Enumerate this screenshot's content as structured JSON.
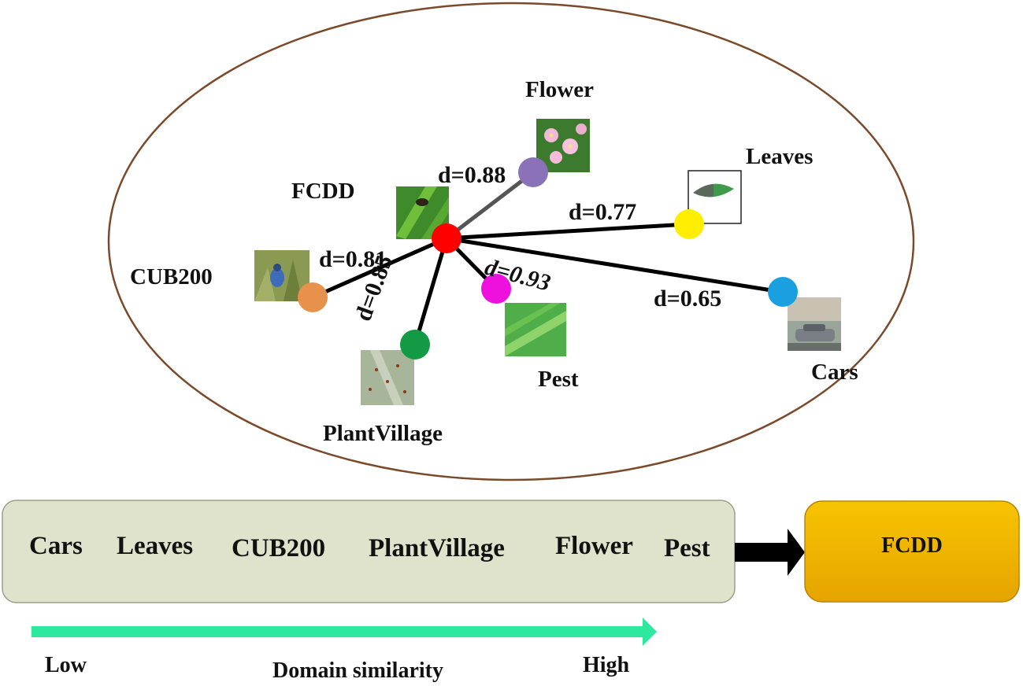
{
  "diagram": {
    "source": {
      "name": "FCDD",
      "color": "#ff0000"
    },
    "nodes": [
      {
        "id": "flower",
        "label": "Flower",
        "distance": "d=0.88",
        "color": "#8b72b8",
        "edge_color": "#555555"
      },
      {
        "id": "leaves",
        "label": "Leaves",
        "distance": "d=0.77",
        "color": "#ffee00",
        "edge_color": "#000000"
      },
      {
        "id": "cub200",
        "label": "CUB200",
        "distance": "d=0.81",
        "color": "#e8914a",
        "edge_color": "#000000"
      },
      {
        "id": "plantvillage",
        "label": "PlantVillage",
        "distance": "d=0.85",
        "color": "#139a45",
        "edge_color": "#000000"
      },
      {
        "id": "pest",
        "label": "Pest",
        "distance": "d=0.93",
        "color": "#ee11dd",
        "edge_color": "#000000"
      },
      {
        "id": "cars",
        "label": "Cars",
        "distance": "d=0.65",
        "color": "#1a9fe0",
        "edge_color": "#000000"
      }
    ],
    "ranking": {
      "items": [
        "Cars",
        "Leaves",
        "CUB200",
        "PlantVillage",
        "Flower",
        "Pest"
      ],
      "box_color": "#dfe3cc",
      "target_label": "FCDD",
      "target_color": "#f2b200"
    },
    "axis": {
      "low_label": "Low",
      "high_label": "High",
      "title": "Domain similarity",
      "color": "#2ee8a0"
    },
    "ellipse_color": "#7a4a2a"
  }
}
